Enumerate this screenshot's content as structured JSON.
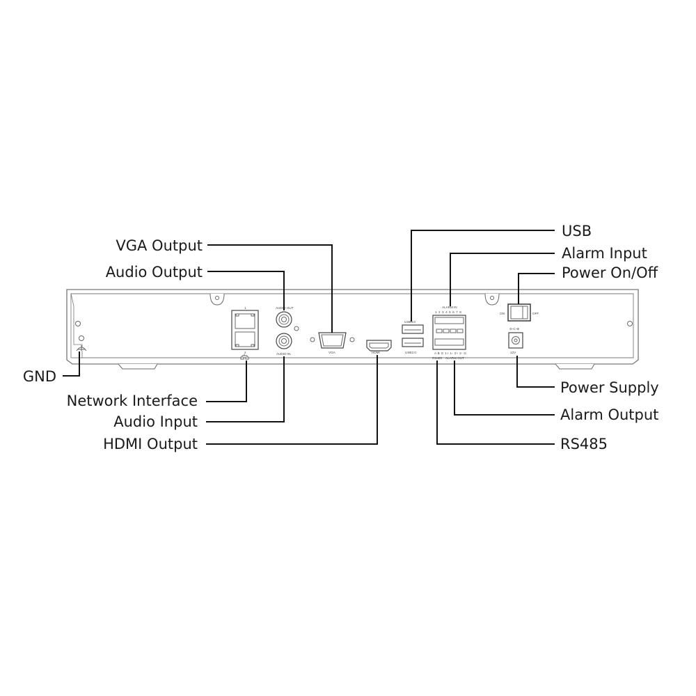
{
  "title": "NVR rear panel interface diagram",
  "callouts": {
    "vga_output": "VGA Output",
    "audio_output": "Audio Output",
    "gnd": "GND",
    "network_interface": "Network Interface",
    "audio_input": "Audio Input",
    "hdmi_output": "HDMI Output",
    "usb": "USB",
    "alarm_input": "Alarm Input",
    "power_on_off": "Power On/Off",
    "power_supply": "Power Supply",
    "alarm_output": "Alarm Output",
    "rs485": "RS485"
  },
  "panel_markings": {
    "lan_port_1": "1",
    "lan_port_2": "2",
    "audio_out": "AUDIO OUT",
    "audio_in": "AUDIO IN",
    "vga": "VGA",
    "hdmi": "HDMI",
    "usb_top": "USB3.0",
    "usb_bottom": "USB2.0",
    "alarm_in": "ALARM IN",
    "alarm_in_numbers": "1 2 3 4 5 6 7 8",
    "terminal_bottom_pins": "A B G 1+ 1- 2+ 2- G",
    "rs485": "RS485",
    "alarm_out": "ALARM OUT",
    "switch_on": "ON",
    "switch_off": "OFF",
    "dc_polarity": "⊖-C-⊕",
    "dc_voltage": "12V"
  }
}
